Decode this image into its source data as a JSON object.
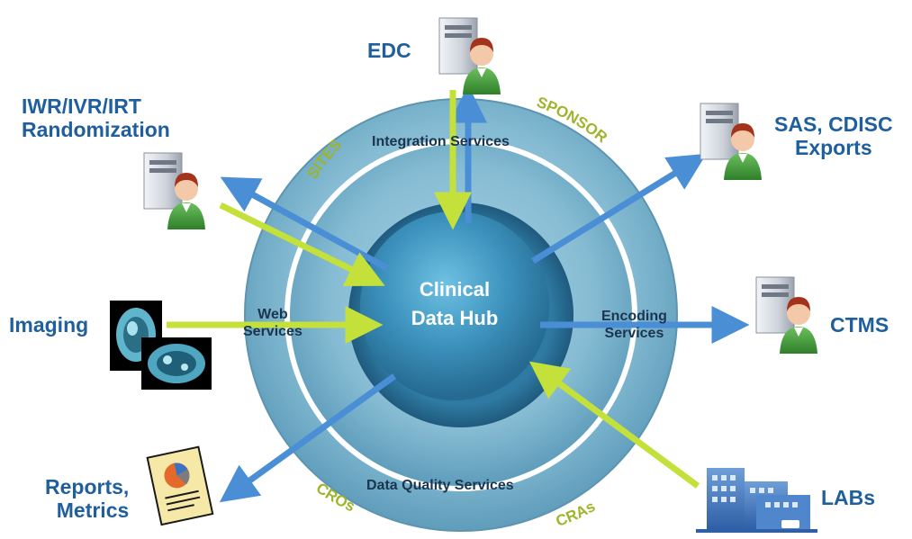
{
  "hub": {
    "line1": "Clinical",
    "line2": "Data Hub"
  },
  "ring_services": {
    "integration": "Integration Services",
    "web_line1": "Web",
    "web_line2": "Services",
    "encoding_line1": "Encoding",
    "encoding_line2": "Services",
    "data_quality": "Data Quality Services"
  },
  "ring_stakeholders": {
    "sites": "SITES",
    "sponsor": "SPONSOR",
    "cros": "CROs",
    "cras": "CRAs"
  },
  "nodes": {
    "edc": "EDC",
    "iwr_line1": "IWR/IVR/IRT",
    "iwr_line2": "Randomization",
    "sas_line1": "SAS, CDISC",
    "sas_line2": "Exports",
    "imaging": "Imaging",
    "ctms": "CTMS",
    "reports_line1": "Reports,",
    "reports_line2": "Metrics",
    "labs": "LABs"
  },
  "colors": {
    "ring_outer": "#7fb7cf",
    "ring_outer_dark": "#5d9ab8",
    "hub_dark": "#2e6f95",
    "hub_light": "#4aa0c8",
    "arrow_blue": "#4a8fd6",
    "arrow_green": "#c4e03a",
    "stakeholder_text": "#9cb52a",
    "label_blue": "#1f5f9e",
    "server_gray": "#c9ced6",
    "person_green": "#3f9a3a"
  }
}
